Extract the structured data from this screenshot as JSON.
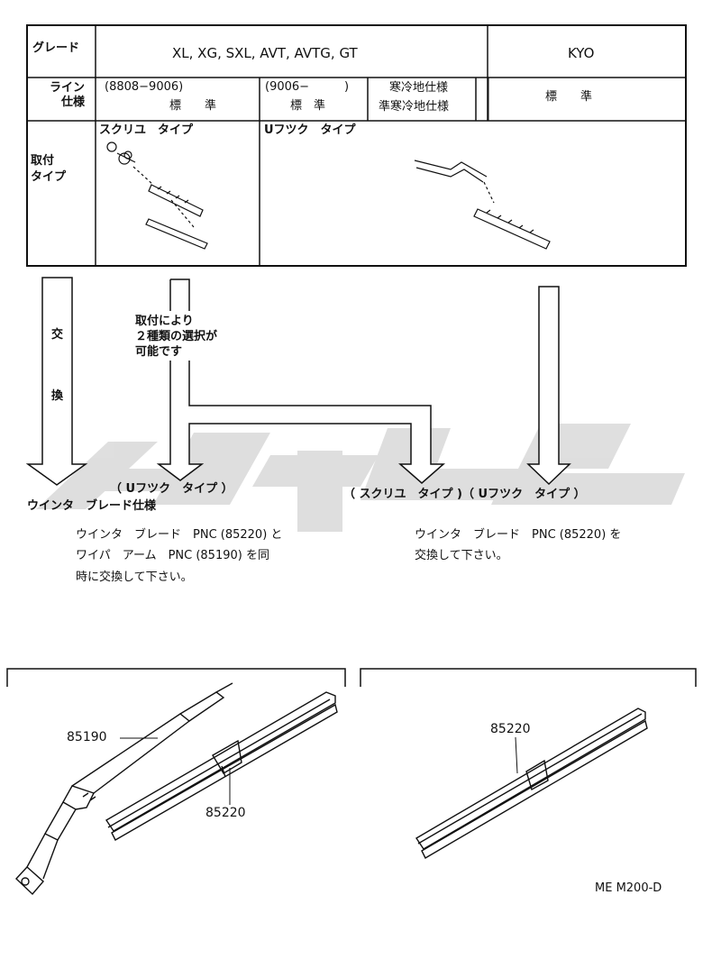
{
  "table": {
    "header_grade": "グレード",
    "grades_main": "XL, XG, SXL, AVT, AVTG, GT",
    "grade_kyo": "KYO",
    "row_spec": "ライン\n仕様",
    "spec1_period": "(8808−9006)",
    "spec1_value": "標　　準",
    "spec2_period": "(9006−　　　)",
    "spec2_value": "標　準",
    "spec3_line1": "寒冷地仕様",
    "spec3_line2": "準寒冷地仕様",
    "spec4_value": "標　　準",
    "row_mount": "取付\nタイプ",
    "mount1": "スクリユ　タイプ",
    "mount2": "Uフツク　タイプ"
  },
  "flow": {
    "exchange_char1": "交",
    "exchange_char2": "換",
    "selectable_note": "取付により\n２種類の選択が\n可能です",
    "label_u_hook": "（ Uフツク　タイプ ）",
    "label_spec": "ウインタ　ブレード仕様",
    "label_screw_u": "（ スクリユ　タイプ )（ Uフツク　タイプ ）",
    "instruction_left": "ウインタ　ブレード　PNC (85220) と\nワイパ　アーム　PNC (85190) を同\n時に交換して下さい。",
    "instruction_right": "ウインタ　ブレード　PNC (85220) を\n交換して下さい。"
  },
  "parts": {
    "arm": "85190",
    "blade_left": "85220",
    "blade_right": "85220"
  },
  "footer_code": "ME  M200-D"
}
